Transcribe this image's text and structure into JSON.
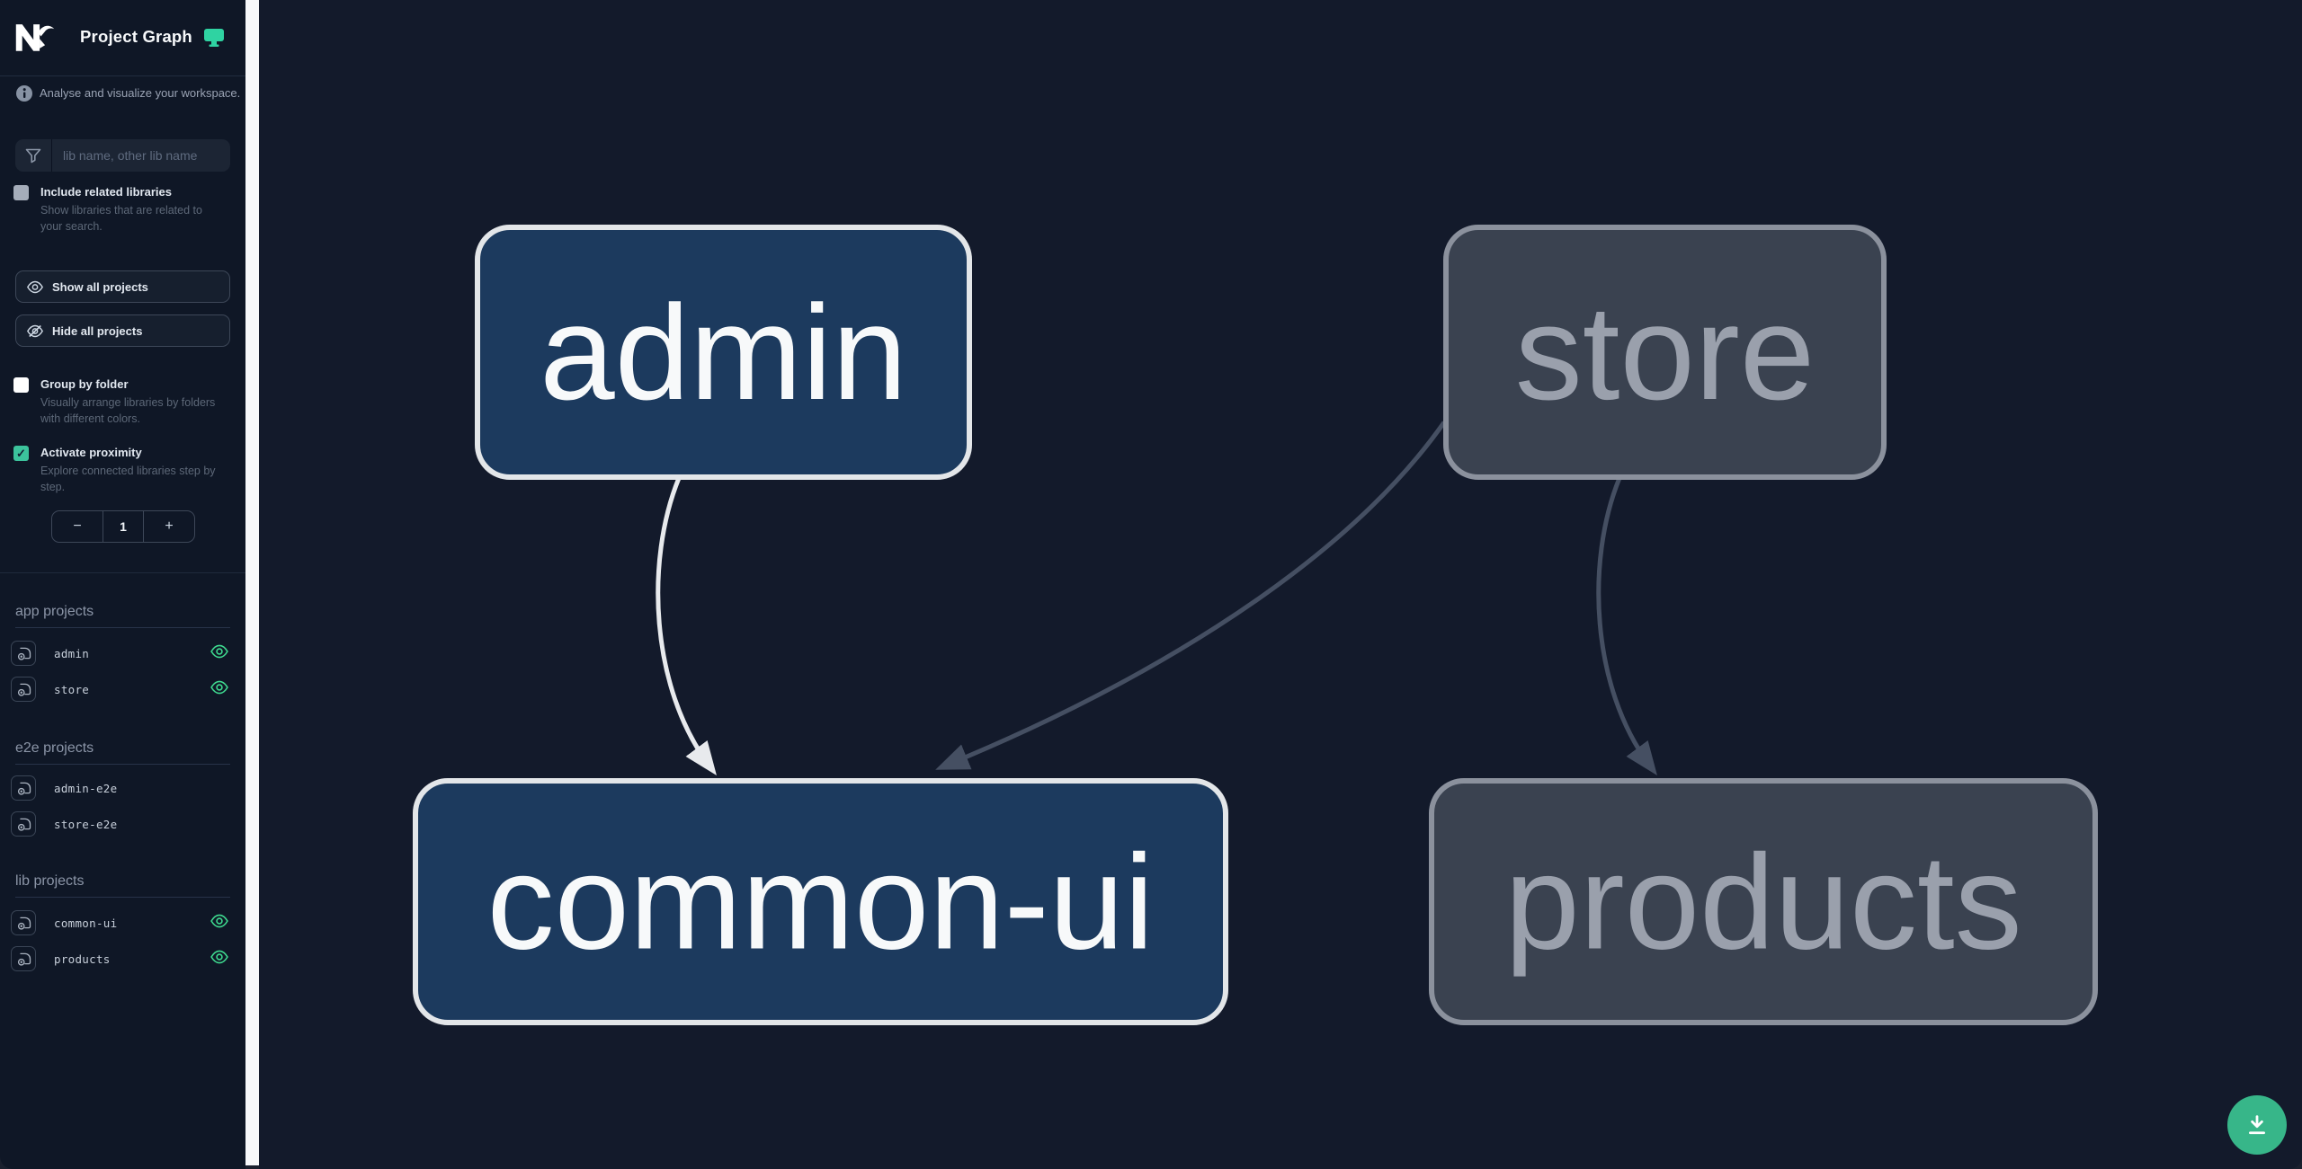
{
  "header": {
    "title": "Project Graph"
  },
  "sidebar": {
    "tagline": "Analyse and visualize your workspace.",
    "filter": {
      "placeholder": "lib name, other lib name"
    },
    "include_related": {
      "label": "Include related libraries",
      "desc": "Show libraries that are related to your search.",
      "checked": false
    },
    "buttons": {
      "show_all": "Show all projects",
      "hide_all": "Hide all projects"
    },
    "group_by_folder": {
      "label": "Group by folder",
      "desc": "Visually arrange libraries by folders with different colors.",
      "checked": false
    },
    "activate_proximity": {
      "label": "Activate proximity",
      "desc": "Explore connected libraries step by step.",
      "checked": true
    },
    "proximity": {
      "decrement": "−",
      "value": "1",
      "increment": "+"
    },
    "sections": [
      {
        "title": "app projects",
        "items": [
          {
            "name": "admin",
            "visible": true
          },
          {
            "name": "store",
            "visible": true
          }
        ]
      },
      {
        "title": "e2e projects",
        "items": [
          {
            "name": "admin-e2e",
            "visible": false
          },
          {
            "name": "store-e2e",
            "visible": false
          }
        ]
      },
      {
        "title": "lib projects",
        "items": [
          {
            "name": "common-ui",
            "visible": true
          },
          {
            "name": "products",
            "visible": true
          }
        ]
      }
    ]
  },
  "graph": {
    "nodes": [
      {
        "id": "admin",
        "label": "admin",
        "state": "highlighted"
      },
      {
        "id": "store",
        "label": "store",
        "state": "muted"
      },
      {
        "id": "common-ui",
        "label": "common-ui",
        "state": "highlighted"
      },
      {
        "id": "products",
        "label": "products",
        "state": "muted"
      }
    ],
    "edges": [
      {
        "from": "admin",
        "to": "common-ui",
        "state": "highlighted"
      },
      {
        "from": "store",
        "to": "common-ui",
        "state": "muted"
      },
      {
        "from": "store",
        "to": "products",
        "state": "muted"
      }
    ]
  },
  "fab": {
    "icon": "download-icon"
  },
  "colors": {
    "accent_green": "#3ed98f",
    "fab": "#37b689",
    "sidebar_bg": "#0f1726",
    "canvas_bg": "#131a2b",
    "divider": "#f7f8fa",
    "node_highlight_fill": "#1c3a5e",
    "node_highlight_border": "#e3e6e9",
    "node_muted_fill": "#3a4250",
    "node_muted_border": "#8b919d",
    "edge_highlight": "#e8eaed",
    "edge_muted": "#454f62"
  }
}
